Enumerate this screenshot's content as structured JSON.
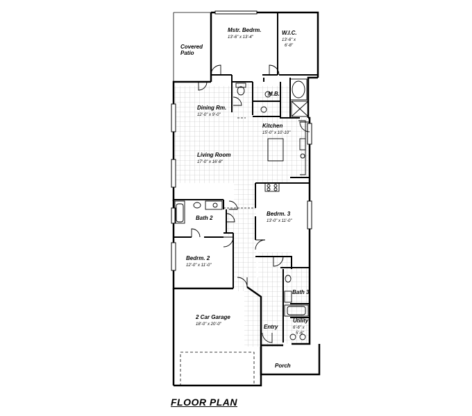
{
  "title": "FLOOR PLAN",
  "rooms": {
    "master_bedroom": {
      "name": "Mstr. Bedrm.",
      "dims": "13'-6\" x 13'-4\""
    },
    "wic": {
      "name": "W.I.C.",
      "dims_1": "13'-6\" x",
      "dims_2": "6'-8\""
    },
    "covered_patio": {
      "name_1": "Covered",
      "name_2": "Patio"
    },
    "master_bath": {
      "name": "M.B."
    },
    "dining": {
      "name": "Dining Rm.",
      "dims": "12'-0\" x 9'-0\""
    },
    "kitchen": {
      "name": "Kitchen",
      "dims": "15'-0\" x 10'-10\""
    },
    "living": {
      "name": "Living Room",
      "dims": "17'-0\" x 16'-8\""
    },
    "bath2": {
      "name": "Bath 2"
    },
    "bedroom3": {
      "name": "Bedrm. 3",
      "dims": "13'-0\" x 11'-0\""
    },
    "bedroom2": {
      "name": "Bedrm. 2",
      "dims": "12'-0\" x 11'-0\""
    },
    "bath3": {
      "name": "Bath 3"
    },
    "garage": {
      "name": "2 Car Garage",
      "dims": "18'-0\" x 20'-0\""
    },
    "entry": {
      "name": "Entry"
    },
    "utility": {
      "name": "Utility",
      "dims_1": "6'-6\" x",
      "dims_2": "5'-6\""
    },
    "porch": {
      "name": "Porch"
    }
  }
}
